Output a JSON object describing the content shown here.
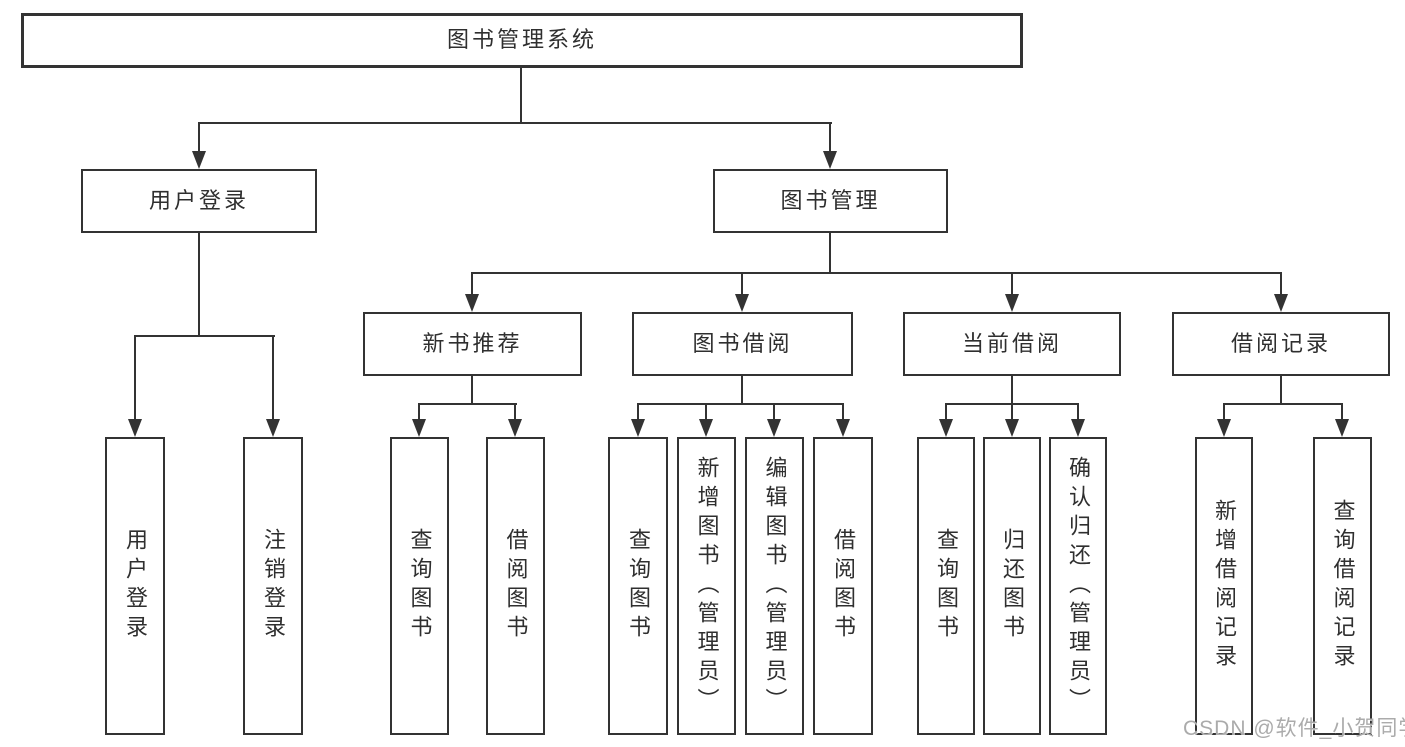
{
  "tree": {
    "label": "图书管理系统",
    "children": [
      {
        "label": "用户登录",
        "children": [
          {
            "label": "用户登录"
          },
          {
            "label": "注销登录"
          }
        ]
      },
      {
        "label": "图书管理",
        "children": [
          {
            "label": "新书推荐",
            "children": [
              {
                "label": "查询图书"
              },
              {
                "label": "借阅图书"
              }
            ]
          },
          {
            "label": "图书借阅",
            "children": [
              {
                "label": "查询图书"
              },
              {
                "label": "新增图书（管理员）"
              },
              {
                "label": "编辑图书（管理员）"
              },
              {
                "label": "借阅图书"
              }
            ]
          },
          {
            "label": "当前借阅",
            "children": [
              {
                "label": "查询图书"
              },
              {
                "label": "归还图书"
              },
              {
                "label": "确认归还（管理员）"
              }
            ]
          },
          {
            "label": "借阅记录",
            "children": [
              {
                "label": "新增借阅记录"
              },
              {
                "label": "查询借阅记录"
              }
            ]
          }
        ]
      }
    ]
  },
  "watermark": {
    "text": "CSDN @软件_小贺同学"
  },
  "colors": {
    "line": "#333333",
    "text": "#2f2f2f",
    "watermark": "#ababab",
    "background": "#ffffff"
  }
}
